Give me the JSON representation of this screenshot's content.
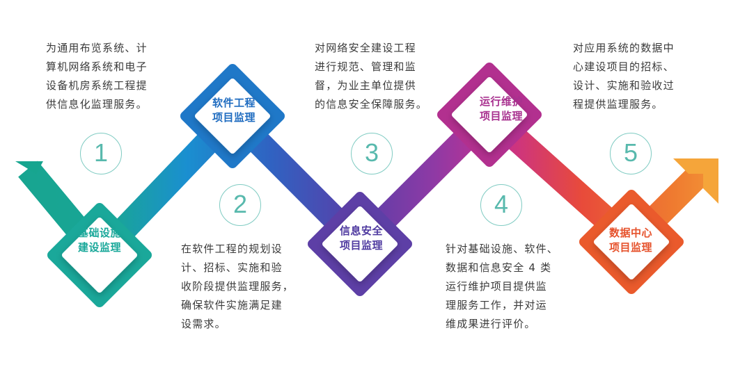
{
  "steps": [
    {
      "number": "1",
      "title": [
        "基础设施",
        "建设监理"
      ],
      "color": "#1aa89a",
      "description": [
        "为通用布览系统、计",
        "算机网络系统和电子",
        "设备机房系统工程提",
        "供信息化监理服务。"
      ]
    },
    {
      "number": "2",
      "title": [
        "软件工程",
        "项目监理"
      ],
      "color": "#1f78c8",
      "description": [
        "在软件工程的规划设",
        "计、招标、实施和验",
        "收阶段提供监理服务，",
        "确保软件实施满足建",
        "设需求。"
      ]
    },
    {
      "number": "3",
      "title": [
        "信息安全",
        "项目监理"
      ],
      "color": "#5d3fa6",
      "description": [
        "对网络安全建设工程",
        "进行规范、管理和监",
        "督，为业主单位提供",
        "的信息安全保障服务。"
      ]
    },
    {
      "number": "4",
      "title": [
        "运行维护",
        "项目监理"
      ],
      "color": "#b2308f",
      "description": [
        "针对基础设施、软件、",
        "数据和信息安全 4 类",
        "运行维护项目提供监",
        "理服务工作，并对运",
        "维成果进行评价。"
      ]
    },
    {
      "number": "5",
      "title": [
        "数据中心",
        "项目监理"
      ],
      "color": "#ea5a2c",
      "description": [
        "对应用系统的数据中",
        "心建设项目的招标、",
        "设计、实施和验收过",
        "程提供监理服务。"
      ]
    }
  ]
}
